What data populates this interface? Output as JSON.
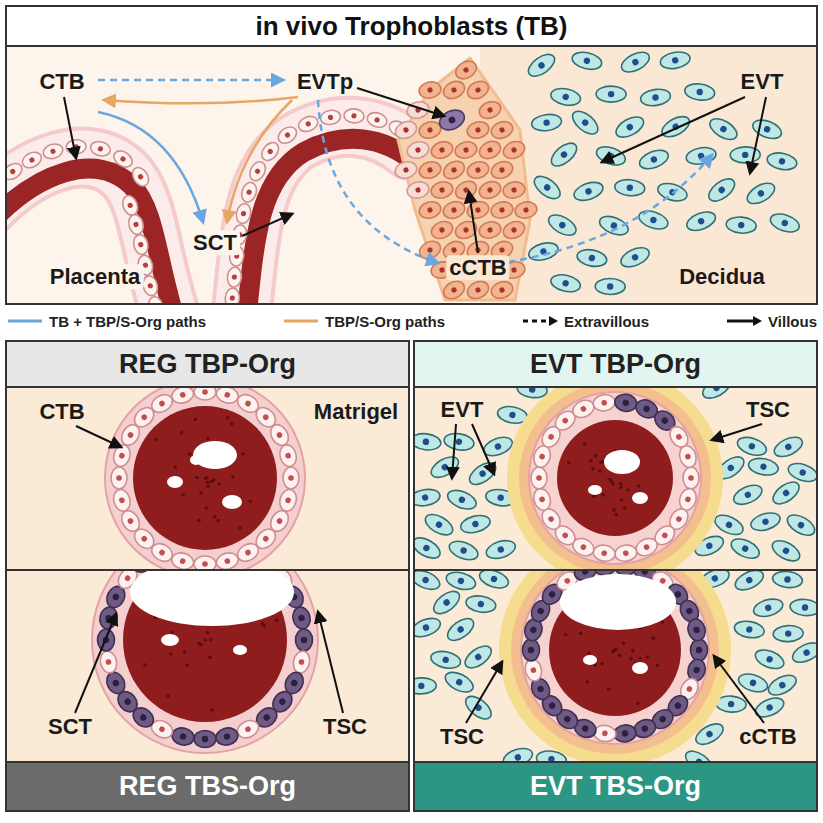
{
  "diagram": {
    "nodes": [
      {
        "text": [
          "in vivo Trophoblasts (TB)"
        ]
      },
      {
        "text": [
          "REG TBP-Org",
          "REG TBS-Org"
        ]
      },
      {
        "text": [
          "EVT TBP-Org",
          "EVT TBS-Org"
        ]
      }
    ],
    "labels": [
      "CTB",
      "EVTp",
      "EVT",
      "SCT",
      "Placenta",
      "cCTB",
      "Decidua",
      "CTB",
      "Matrigel",
      "SCT",
      "TSC",
      "EVT",
      "TSC",
      "TSC",
      "cCTB"
    ],
    "legend": [
      {
        "text": "TB + TBP/S-Org paths"
      },
      {
        "text": "TBP/S-Org paths"
      },
      {
        "text": "Extravillous"
      },
      {
        "text": "Villous"
      }
    ]
  }
}
